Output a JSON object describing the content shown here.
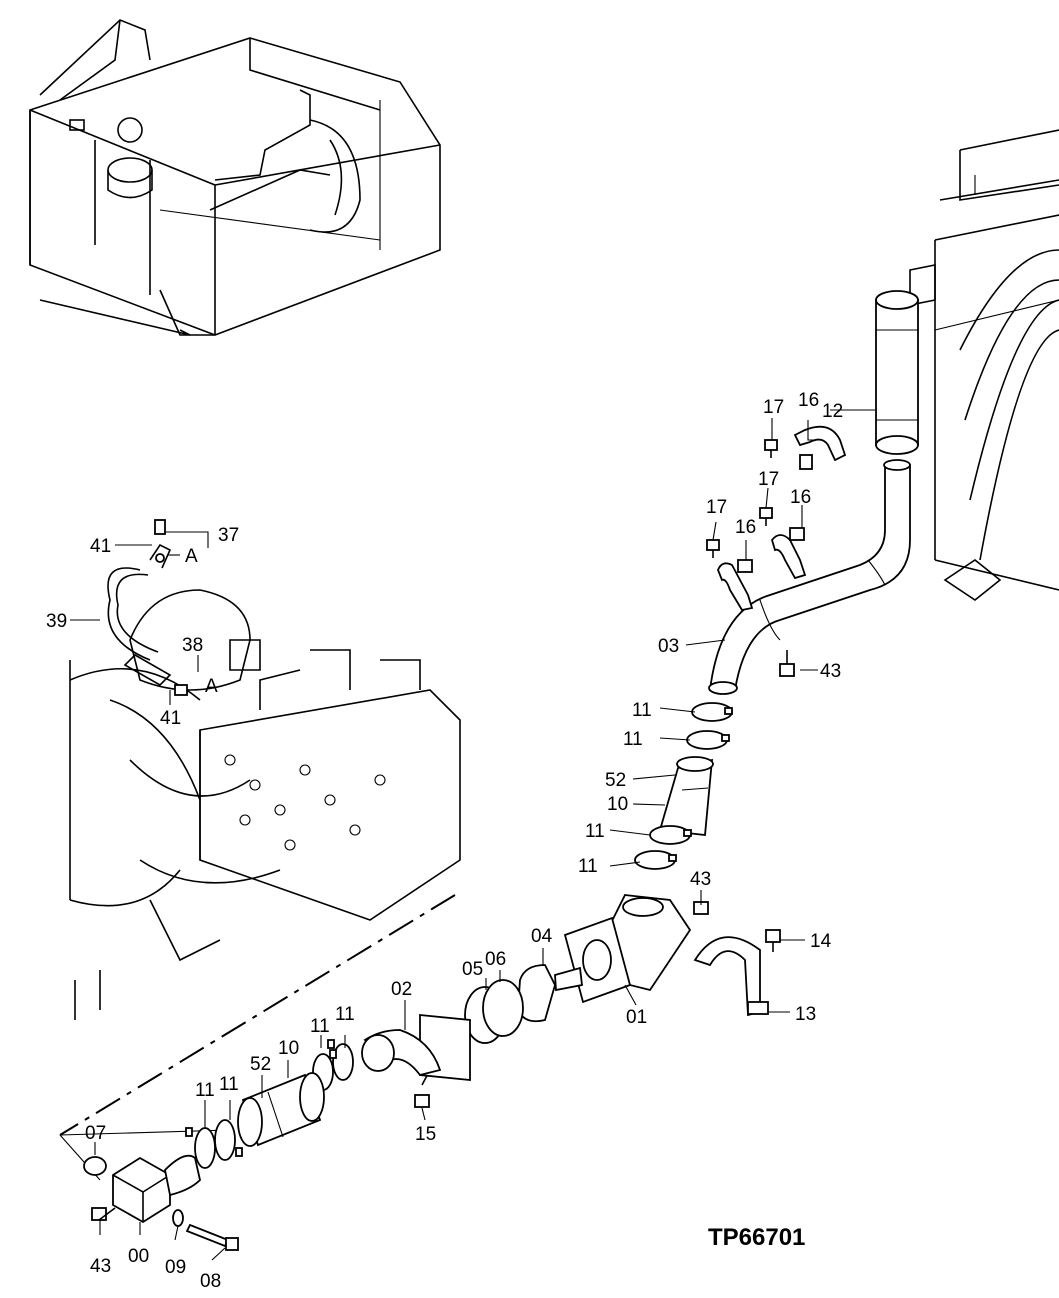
{
  "drawing_code": "TP66701",
  "callouts": {
    "c00": "00",
    "c01": "01",
    "c02": "02",
    "c03": "03",
    "c04": "04",
    "c05": "05",
    "c06": "06",
    "c07": "07",
    "c08": "08",
    "c09": "09",
    "c10a": "10",
    "c10b": "10",
    "c11a": "11",
    "c11b": "11",
    "c11c": "11",
    "c11d": "11",
    "c11e": "11",
    "c11f": "11",
    "c11g": "11",
    "c11h": "11",
    "c12": "12",
    "c13": "13",
    "c14": "14",
    "c15": "15",
    "c16a": "16",
    "c16b": "16",
    "c16c": "16",
    "c17a": "17",
    "c17b": "17",
    "c17c": "17",
    "c37": "37",
    "c38": "38",
    "c39": "39",
    "c41a": "41",
    "c41b": "41",
    "c43a": "43",
    "c43b": "43",
    "c43c": "43",
    "c52a": "52",
    "c52b": "52",
    "cA1": "A",
    "cA2": "A"
  }
}
